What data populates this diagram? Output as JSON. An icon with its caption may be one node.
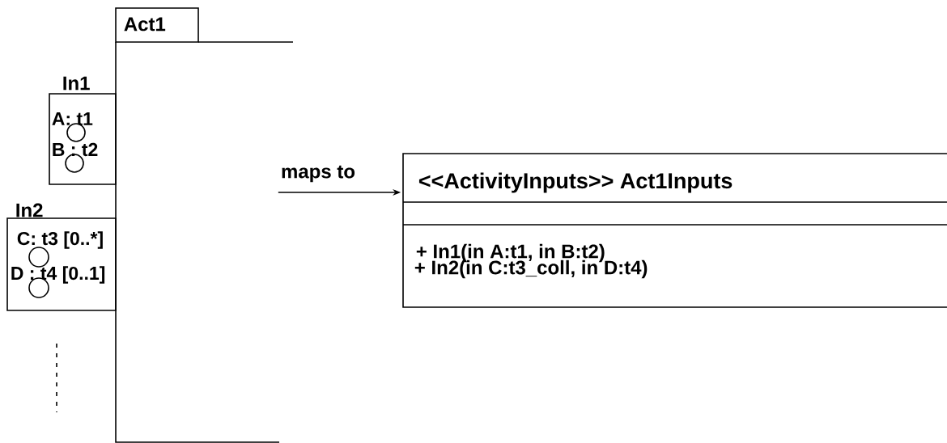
{
  "diagram": {
    "nodes": [
      {
        "text": [
          "Act1"
        ]
      },
      {
        "text": [
          "In1",
          "A: t1",
          "B : t2"
        ]
      },
      {
        "text": [],
        "shape": "circle",
        "in": 1
      },
      {
        "text": [],
        "shape": "circle",
        "in": 1
      },
      {
        "text": [
          "In2",
          "C: t3 [0..*]",
          "D : t4 [0..1]"
        ]
      },
      {
        "text": [],
        "shape": "circle",
        "in": 4
      },
      {
        "text": [],
        "shape": "circle",
        "in": 4
      },
      {
        "text": [
          "<<ActivityInputs>> Act1Inputs",
          "+ In1(in A:t1, in B:t2)",
          "+ In2(in C:t3_coll, in D:t4)"
        ]
      }
    ],
    "edges": [
      {
        "from": 0,
        "to": 7,
        "arrow": "to",
        "label": "maps to"
      }
    ]
  }
}
